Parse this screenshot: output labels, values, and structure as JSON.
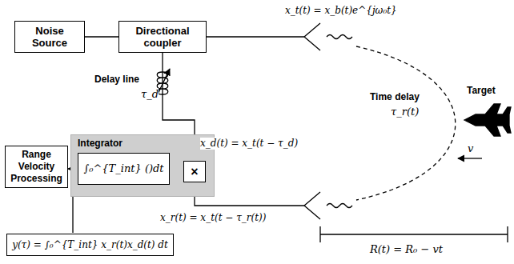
{
  "diagram": {
    "nodes": [
      {
        "text": [
          "Noise Source"
        ]
      },
      {
        "text": [
          "Directional coupler"
        ]
      },
      {
        "text": [
          "Range Velocity Processing"
        ]
      },
      {
        "text": [
          "Integrator"
        ]
      },
      {
        "text": [
          "∫₀^{T_int} ()dt"
        ],
        "in": 3
      },
      {
        "text": [
          "×"
        ],
        "in": 3
      },
      {
        "text": [
          "y(τ) = ∫₀^{T_int} x_r(t)x_d(t) dt"
        ]
      }
    ],
    "edges": [
      {
        "from": 0,
        "to": 1,
        "arrow": "none"
      },
      {
        "from": 1,
        "to": 5,
        "arrow": "none"
      },
      {
        "from": 5,
        "to": 4,
        "arrow": "none"
      },
      {
        "from": 4,
        "to": 2,
        "arrow": "to"
      }
    ],
    "labels": [
      "x_t(t) = x_b(t)e^{jω₀t}",
      "Delay line",
      "τ_d",
      "x_d(t) = x_t(t − τ_d)",
      "Time delay",
      "τ_r(t)",
      "Target",
      "v",
      "x_r(t) = x_t(t − τ_r(t))",
      "R(t) = R₀ − vt"
    ]
  }
}
